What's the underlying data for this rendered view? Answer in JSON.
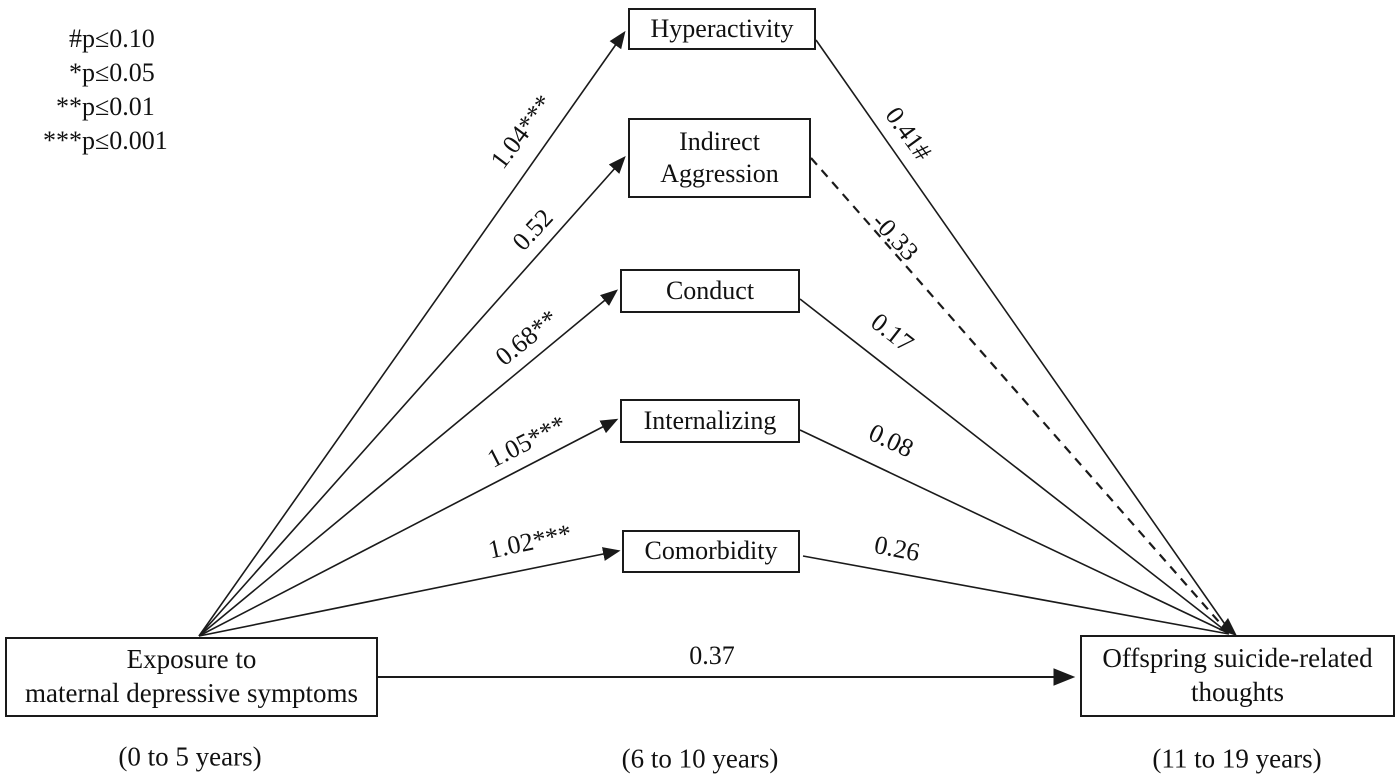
{
  "legend": {
    "items": [
      {
        "marker": "#",
        "text": "p≤0.10"
      },
      {
        "marker": "*",
        "text": "p≤0.05"
      },
      {
        "marker": "**",
        "text": "p≤0.01"
      },
      {
        "marker": "***",
        "text": "p≤0.001"
      }
    ]
  },
  "predictor": {
    "label": "Exposure to\nmaternal depressive symptoms",
    "period": "(0 to 5 years)"
  },
  "outcome": {
    "label": "Offspring suicide-related\nthoughts",
    "period": "(11 to 19 years)"
  },
  "mediators": {
    "period": "(6 to 10 years)",
    "items": [
      {
        "label": "Hyperactivity",
        "a_path": "1.04***",
        "b_path": "0.41#",
        "b_style": "solid"
      },
      {
        "label": "Indirect\nAggression",
        "a_path": "0.52",
        "b_path": "-0.33",
        "b_style": "dashed"
      },
      {
        "label": "Conduct",
        "a_path": "0.68**",
        "b_path": "0.17",
        "b_style": "solid"
      },
      {
        "label": "Internalizing",
        "a_path": "1.05***",
        "b_path": "0.08",
        "b_style": "solid"
      },
      {
        "label": "Comorbidity",
        "a_path": "1.02***",
        "b_path": "0.26",
        "b_style": "solid"
      }
    ]
  },
  "direct_path": {
    "label": "0.37"
  },
  "colors": {
    "line": "#1a1a1a",
    "background": "#ffffff",
    "text": "#111111"
  }
}
